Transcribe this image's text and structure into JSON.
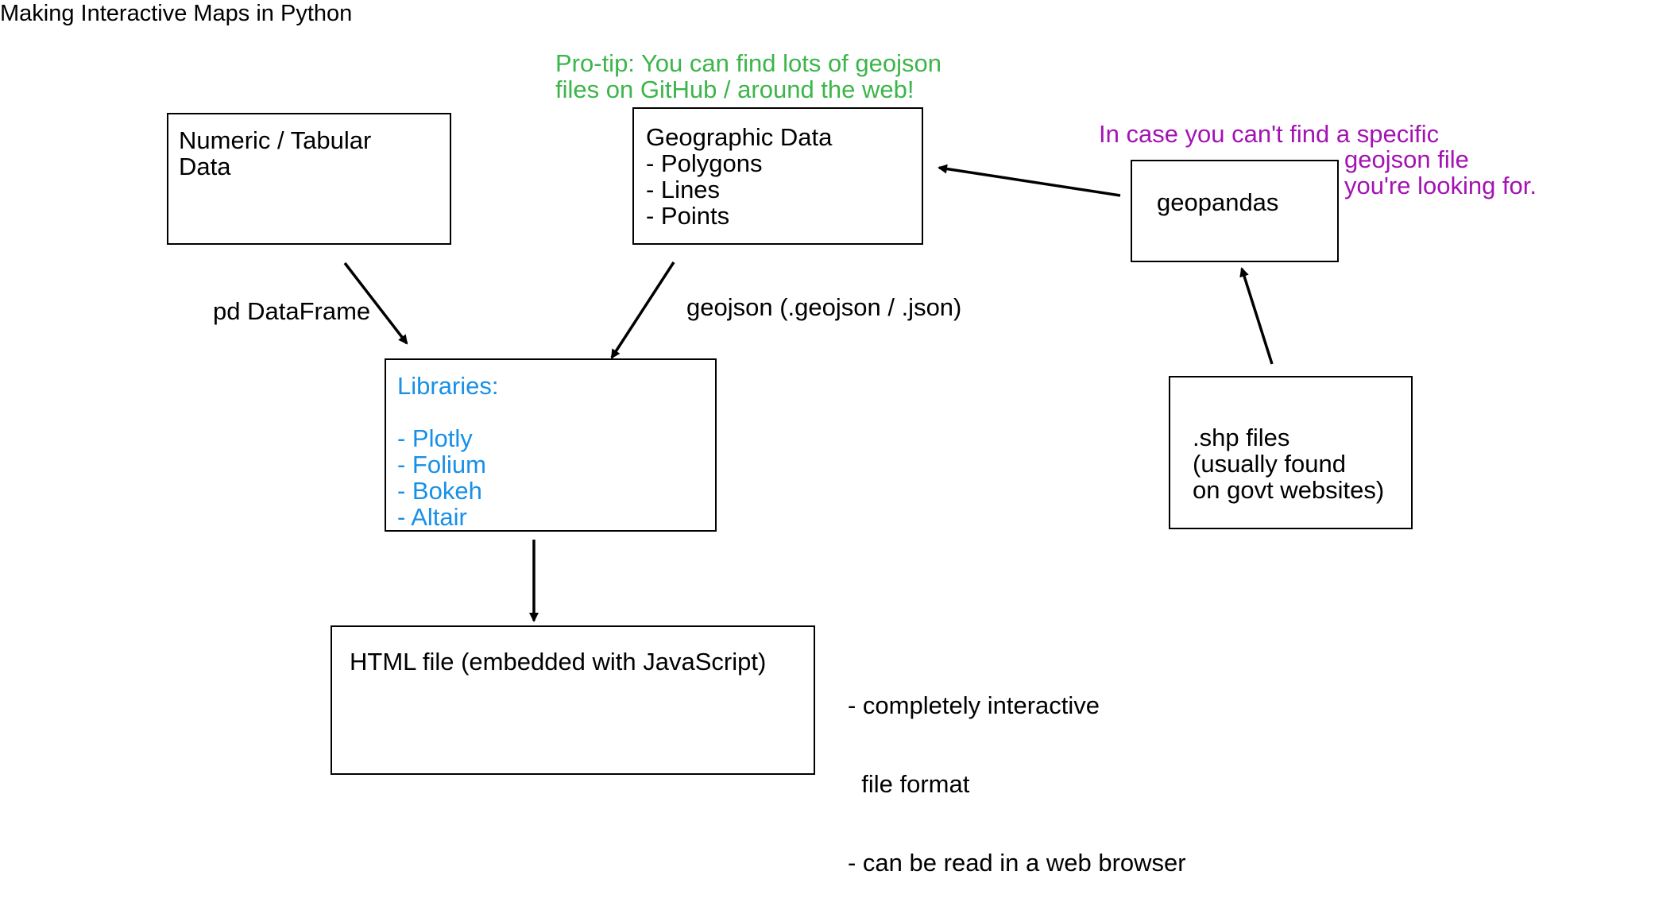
{
  "title": "Making Interactive Maps in Python",
  "colors": {
    "tip_green": "#3cb54a",
    "note_purple": "#a313b3",
    "libraries_blue": "#1890e6",
    "stroke": "#000000"
  },
  "nodes": {
    "tabular": {
      "lines": [
        "Numeric / Tabular",
        "Data"
      ]
    },
    "geographic": {
      "lines": [
        "Geographic Data",
        "- Polygons",
        "- Lines",
        "- Points"
      ]
    },
    "geopandas": {
      "label": "geopandas"
    },
    "libraries": {
      "heading": "Libraries:",
      "items": [
        "- Plotly",
        "- Folium",
        "- Bokeh",
        "- Altair"
      ]
    },
    "shp": {
      "lines": [
        ".shp files",
        "(usually found",
        "on govt websites)"
      ]
    },
    "html_file": {
      "label": "HTML file (embedded with JavaScript)"
    }
  },
  "edges": {
    "tabular_to_libraries": "pd DataFrame",
    "geographic_to_libraries": "geojson (.geojson / .json)"
  },
  "notes": {
    "pro_tip": [
      "Pro-tip: You can find lots of geojson",
      "files on GitHub / around the web!"
    ],
    "geopandas_note": [
      "In case you can't find a specific",
      "geojson file",
      "you're looking for."
    ],
    "html_notes": [
      "- completely interactive",
      "  file format",
      "- can be read in a web browser"
    ]
  }
}
